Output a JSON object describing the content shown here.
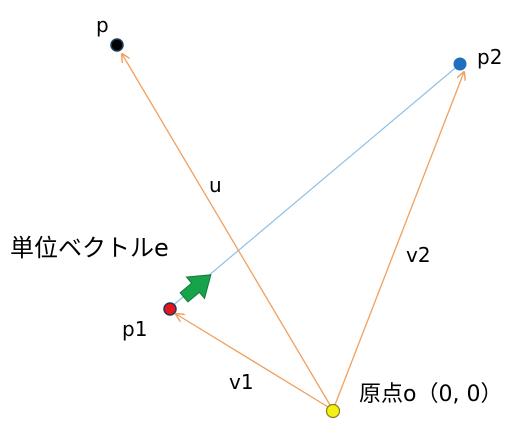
{
  "points": {
    "p": {
      "label": "p",
      "color": "#000000"
    },
    "p1": {
      "label": "p1",
      "color": "#e8141c"
    },
    "p2": {
      "label": "p2",
      "color": "#1f6fbd"
    },
    "o": {
      "label": "原点o（0, 0）",
      "color": "#f3f014"
    }
  },
  "vectors": {
    "u": {
      "label": "u"
    },
    "v1": {
      "label": "v1"
    },
    "v2": {
      "label": "v2"
    }
  },
  "unit_vector": {
    "label": "単位ベクトルe",
    "color": "#16a34a"
  },
  "colors": {
    "vector_line": "#f0a060",
    "segment_line": "#8ec1e6"
  }
}
